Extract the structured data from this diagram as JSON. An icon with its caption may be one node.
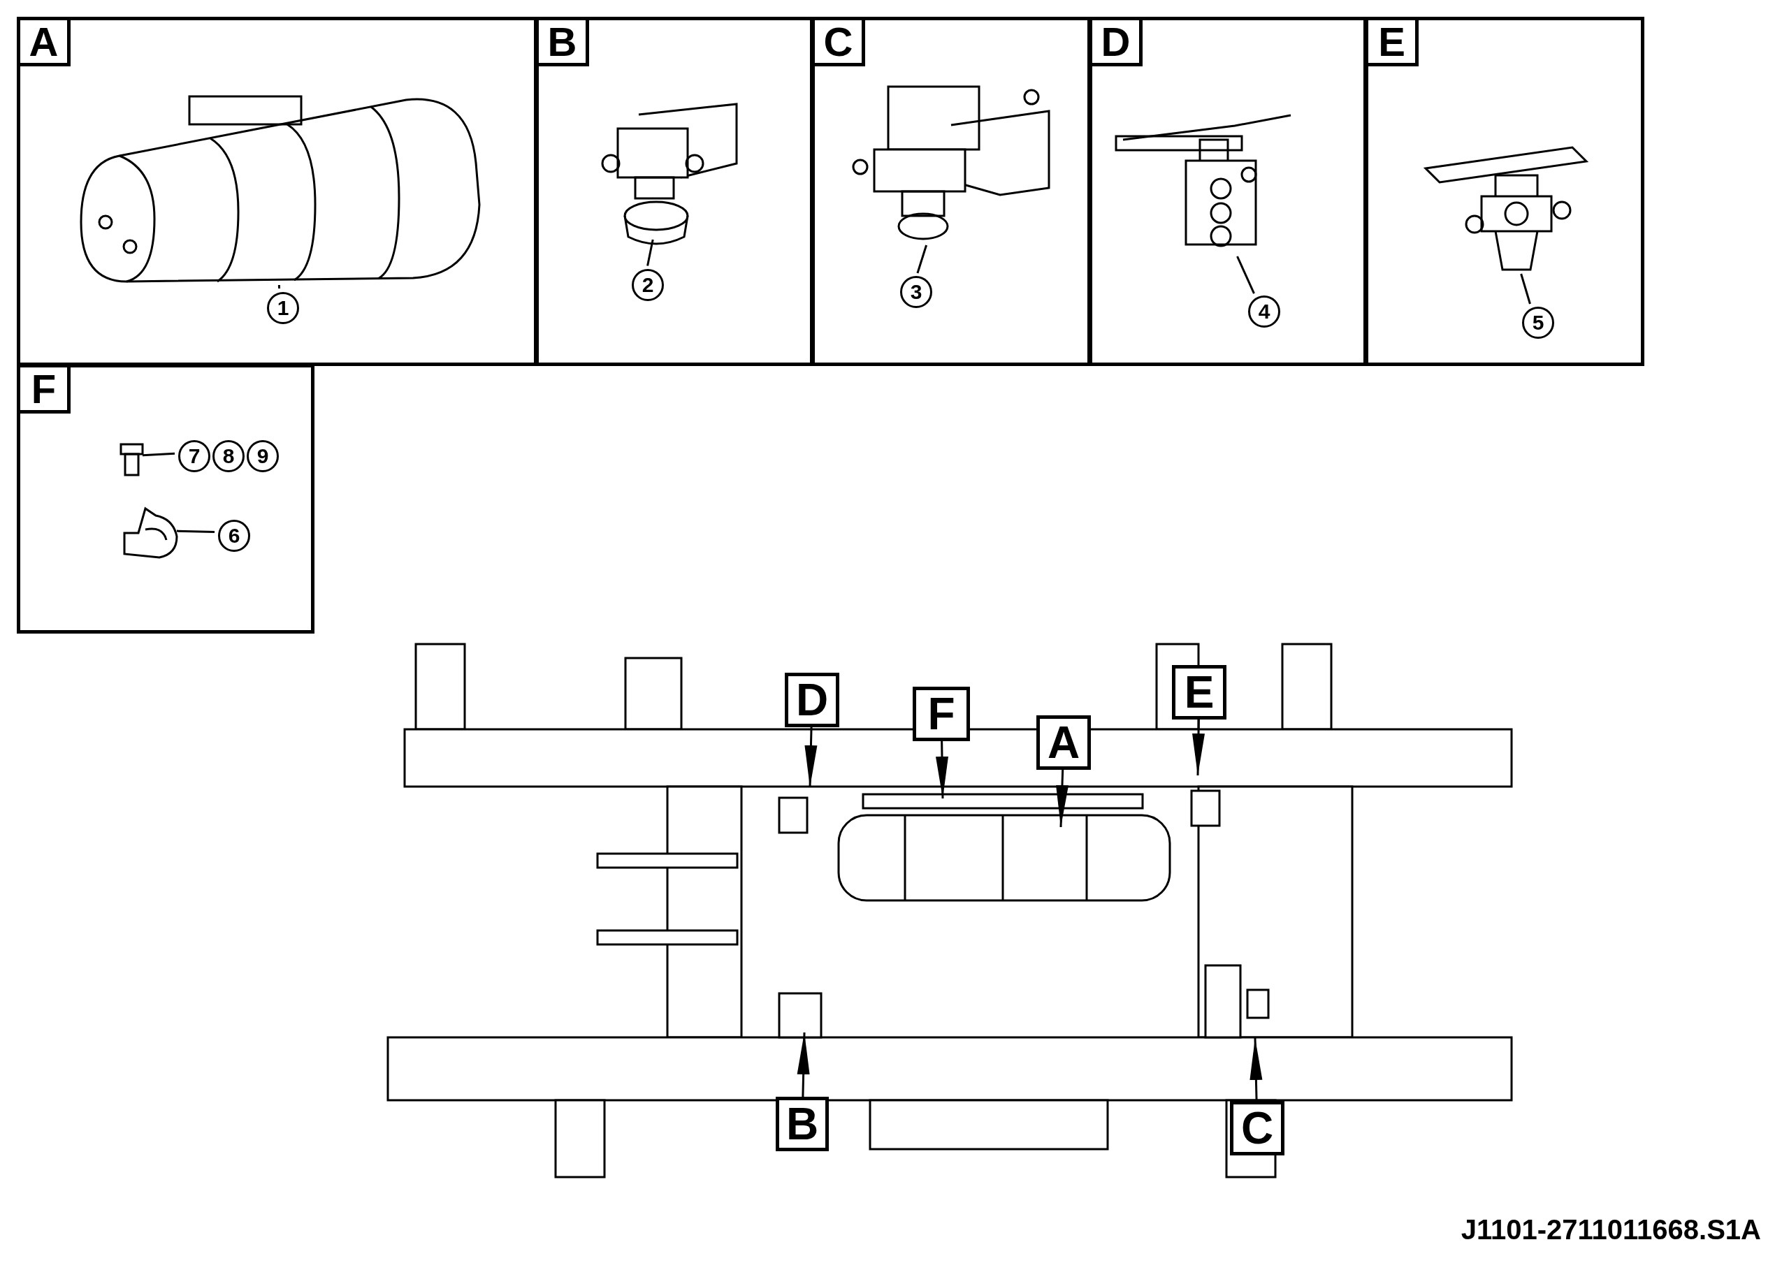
{
  "diagram": {
    "nodes": [
      {
        "text": [
          "A"
        ]
      },
      {
        "text": [],
        "shape": "picture",
        "in": 0
      },
      {
        "text": [
          "1"
        ],
        "in": 0
      },
      {
        "text": [
          "B"
        ]
      },
      {
        "text": [],
        "shape": "picture",
        "in": 3
      },
      {
        "text": [
          "2"
        ],
        "in": 3
      },
      {
        "text": [
          "C"
        ]
      },
      {
        "text": [],
        "shape": "picture",
        "in": 6
      },
      {
        "text": [
          "3"
        ],
        "in": 6
      },
      {
        "text": [
          "D"
        ]
      },
      {
        "text": [],
        "shape": "picture",
        "in": 9
      },
      {
        "text": [
          "4"
        ],
        "in": 9
      },
      {
        "text": [
          "E"
        ]
      },
      {
        "text": [],
        "shape": "picture",
        "in": 12
      },
      {
        "text": [
          "5"
        ],
        "in": 12
      },
      {
        "text": [
          "F"
        ]
      },
      {
        "text": [],
        "shape": "picture",
        "in": 15
      },
      {
        "text": [],
        "shape": "picture",
        "in": 15
      },
      {
        "text": [
          "7"
        ],
        "in": 15
      },
      {
        "text": [
          "8"
        ],
        "in": 15
      },
      {
        "text": [
          "9"
        ],
        "in": 15
      },
      {
        "text": [
          "6"
        ],
        "in": 15
      },
      {
        "text": [],
        "shape": "picture"
      },
      {
        "text": [
          "D"
        ],
        "in": 22
      },
      {
        "text": [
          "F"
        ],
        "in": 22
      },
      {
        "text": [
          "A"
        ],
        "in": 22
      },
      {
        "text": [
          "E"
        ],
        "in": 22
      },
      {
        "text": [
          "B"
        ],
        "in": 22
      },
      {
        "text": [
          "C"
        ],
        "in": 22
      }
    ],
    "edges": [
      {
        "from": 2,
        "to": 1,
        "arrow": "none"
      },
      {
        "from": 5,
        "to": 4,
        "arrow": "none"
      },
      {
        "from": 8,
        "to": 7,
        "arrow": "none"
      },
      {
        "from": 11,
        "to": 10,
        "arrow": "none"
      },
      {
        "from": 14,
        "to": 13,
        "arrow": "none"
      },
      {
        "from": 18,
        "to": 16,
        "arrow": "none"
      },
      {
        "from": 21,
        "to": 17,
        "arrow": "none"
      },
      {
        "from": 23,
        "to": null,
        "arrow": "to"
      },
      {
        "from": 24,
        "to": null,
        "arrow": "to"
      },
      {
        "from": 25,
        "to": null,
        "arrow": "to"
      },
      {
        "from": 26,
        "to": null,
        "arrow": "to"
      },
      {
        "from": 27,
        "to": null,
        "arrow": "to"
      },
      {
        "from": 28,
        "to": null,
        "arrow": "to"
      }
    ],
    "labels": [
      "J1101-2711011668.S1A"
    ]
  }
}
